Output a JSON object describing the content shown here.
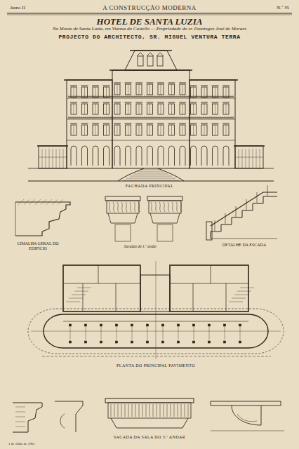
{
  "diagram": {
    "title": "HOTEL DE SANTA LUZIA",
    "labels": [
      "Anno II",
      "A CONSTRUCÇÃO MODERNA",
      "N.º 35",
      "No Monte de Santa Luzia, em Vianna do Castello — Propriedade do sr. Domingos José de Moraes",
      "PROJECTO DO ARCHITECTO, SR. MIGUEL VENTURA TERRA",
      "FACHADA PRINCIPAL",
      "CIMALHA GERAL DO EDIFICIO",
      "Sacadas do 1.º andar",
      "DETALHE DA ESCADA",
      "PLANTA DO PRINCIPAL PAVIMENTO",
      "SACADA DA SALA DO 3.º ANDAR",
      "1 de Julho de 1901"
    ]
  }
}
